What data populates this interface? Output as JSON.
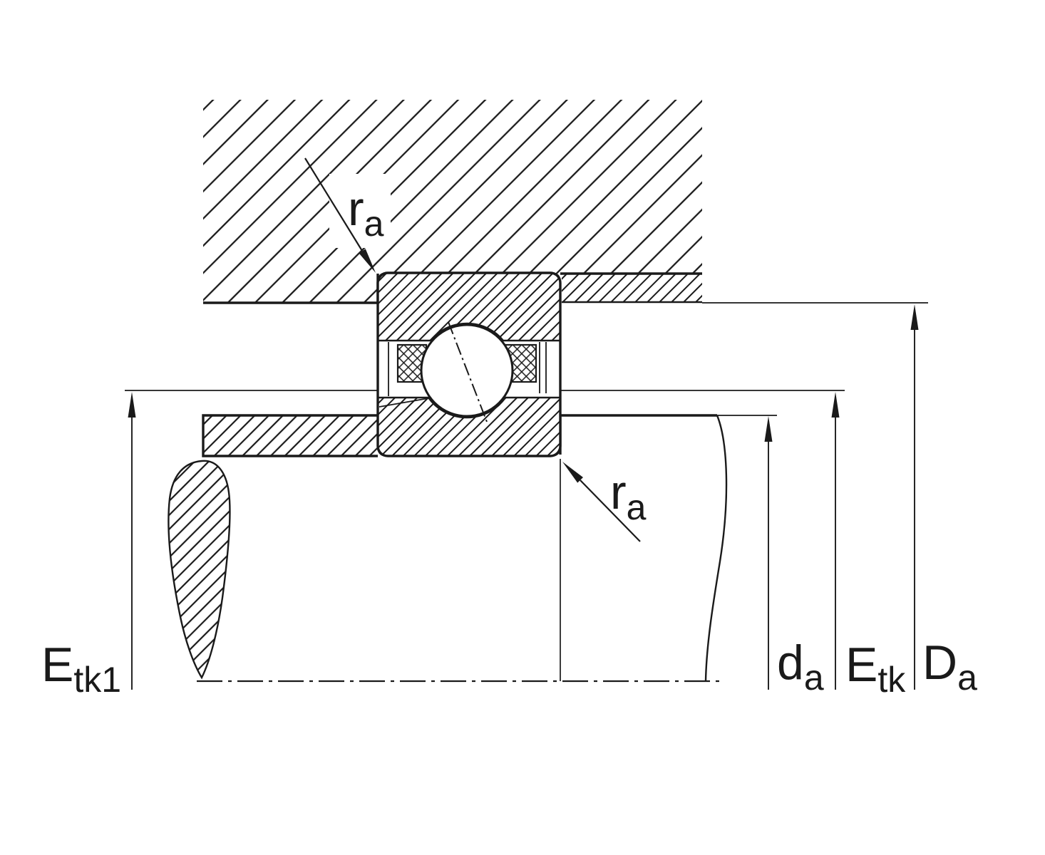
{
  "colors": {
    "line": "#1a1a1a",
    "background": "#ffffff"
  },
  "labels": {
    "ra_top": {
      "main": "r",
      "sub": "a"
    },
    "ra_bottom": {
      "main": "r",
      "sub": "a"
    },
    "etk1": {
      "main": "E",
      "sub": "tk1"
    },
    "da": {
      "main": "d",
      "sub": "a"
    },
    "etk": {
      "main": "E",
      "sub": "tk"
    },
    "Da": {
      "main": "D",
      "sub": "a"
    }
  }
}
